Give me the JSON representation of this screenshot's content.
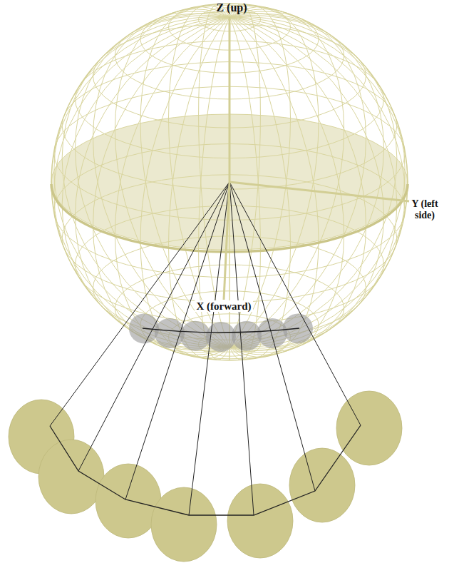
{
  "diagram": {
    "labels": [
      "Z (up)",
      "Y (left side)",
      "X (forward)"
    ]
  }
}
